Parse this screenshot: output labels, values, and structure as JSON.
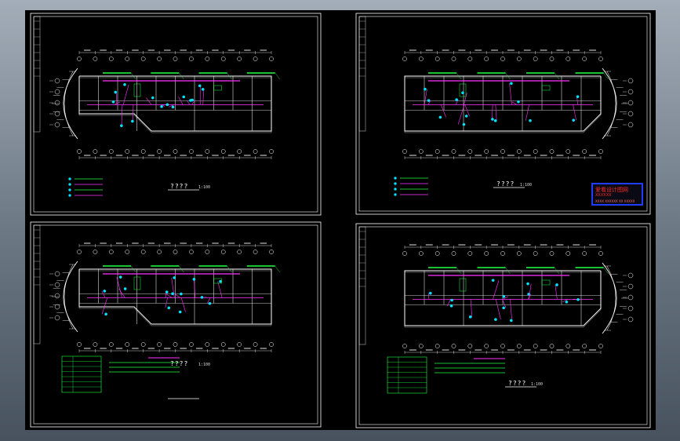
{
  "sheets": [
    {
      "id": "sheet-1",
      "title": "????",
      "scale": "1:100"
    },
    {
      "id": "sheet-2",
      "title": "????",
      "scale": "1:100"
    },
    {
      "id": "sheet-3",
      "title": "????",
      "scale": "1:100"
    },
    {
      "id": "sheet-4",
      "title": "????",
      "scale": "1:100"
    }
  ],
  "stamp": {
    "line1": "爱看设计图网",
    "line2": "XXXXXX",
    "line3": "XXXX XXXXXX XX XXXXX"
  },
  "colors": {
    "cad_background": "#000000",
    "frame": "#ffffff",
    "wall": "#ffffff",
    "wiring": "#ff33ff",
    "annotation": "#22ff44",
    "fixture": "#00e5ff",
    "stamp_border": "#1f3cff",
    "stamp_text": "#ff2a2a"
  }
}
